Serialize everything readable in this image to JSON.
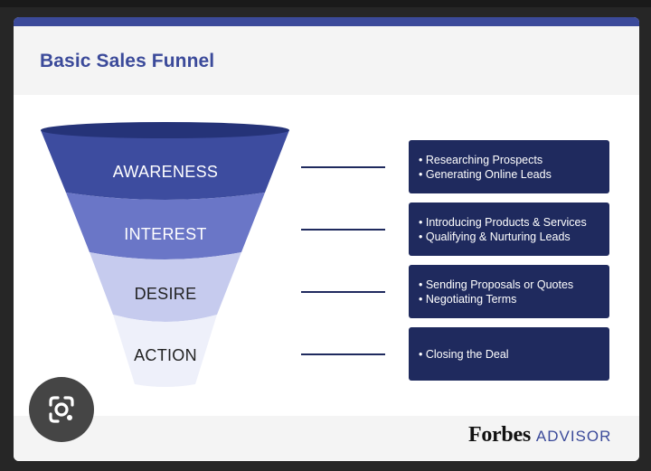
{
  "title": "Basic Sales Funnel",
  "stages": [
    {
      "label": "AWARENESS",
      "bullets": [
        "• Researching Prospects",
        "• Generating Online Leads"
      ],
      "color": "#3d4c9f",
      "text_color": "#ffffff"
    },
    {
      "label": "INTEREST",
      "bullets": [
        "• Introducing Products & Services",
        "• Qualifying & Nurturing Leads"
      ],
      "color": "#6a76c7",
      "text_color": "#ffffff"
    },
    {
      "label": "DESIRE",
      "bullets": [
        "• Sending Proposals or Quotes",
        "• Negotiating Terms"
      ],
      "color": "#c6cbee",
      "text_color": "#222222"
    },
    {
      "label": "ACTION",
      "bullets": [
        "• Closing the Deal"
      ],
      "color": "#eef0fa",
      "text_color": "#222222"
    }
  ],
  "brand": {
    "name": "Forbes",
    "suffix": "ADVISOR"
  },
  "colors": {
    "accent": "#3b4a9a",
    "box": "#1f2a5e"
  },
  "icons": {
    "lens": "google-lens-icon"
  }
}
